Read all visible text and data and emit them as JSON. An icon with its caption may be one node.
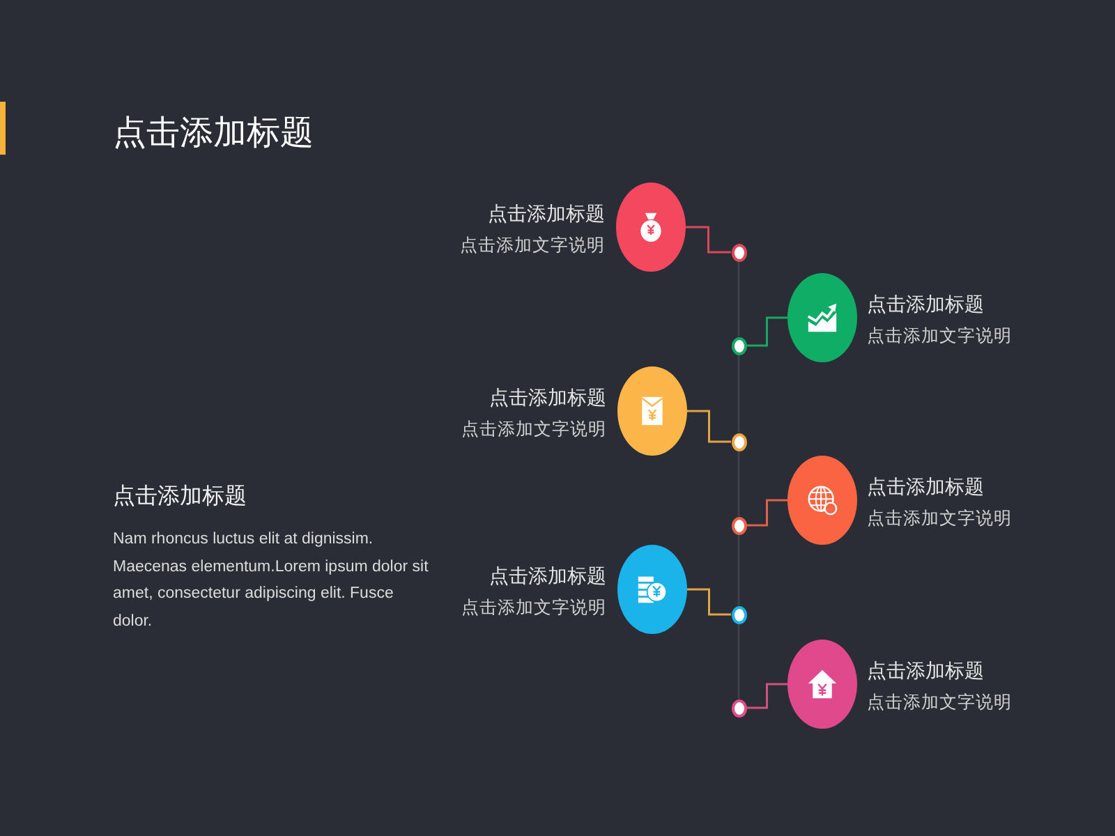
{
  "diagram": {
    "title": "点击添加标题",
    "nodes": [
      {
        "text": [],
        "shape": "circle",
        "beside": [
          "点击添加标题",
          "点击添加文字说明"
        ]
      },
      {
        "text": [],
        "shape": "circle"
      },
      {
        "text": [],
        "shape": "circle",
        "beside": [
          "点击添加标题",
          "点击添加文字说明"
        ]
      },
      {
        "text": [],
        "shape": "circle"
      },
      {
        "text": [],
        "shape": "circle",
        "beside": [
          "点击添加标题",
          "点击添加文字说明"
        ]
      },
      {
        "text": [],
        "shape": "circle"
      },
      {
        "text": [],
        "shape": "circle",
        "beside": [
          "点击添加标题",
          "点击添加文字说明"
        ]
      },
      {
        "text": [],
        "shape": "circle"
      },
      {
        "text": [],
        "shape": "circle",
        "beside": [
          "点击添加标题",
          "点击添加文字说明"
        ]
      },
      {
        "text": [],
        "shape": "circle"
      },
      {
        "text": [],
        "shape": "circle",
        "beside": [
          "点击添加标题",
          "点击添加文字说明"
        ]
      },
      {
        "text": [],
        "shape": "circle"
      }
    ],
    "edges": [
      {
        "from": 0,
        "to": 1,
        "arrow": "none",
        "color": "#d9485a"
      },
      {
        "from": 1,
        "to": 3,
        "arrow": "none",
        "color": "#3e414a"
      },
      {
        "from": 2,
        "to": 3,
        "arrow": "none",
        "color": "#17a865"
      },
      {
        "from": 3,
        "to": 5,
        "arrow": "none",
        "color": "#3e414a"
      },
      {
        "from": 4,
        "to": 5,
        "arrow": "none",
        "color": "#e3a443"
      },
      {
        "from": 5,
        "to": 7,
        "arrow": "none",
        "color": "#3e414a"
      },
      {
        "from": 6,
        "to": 7,
        "arrow": "none",
        "color": "#e0604a"
      },
      {
        "from": 7,
        "to": 9,
        "arrow": "none",
        "color": "#3e414a"
      },
      {
        "from": 8,
        "to": 9,
        "arrow": "none",
        "color": "#e3a443"
      },
      {
        "from": 9,
        "to": 11,
        "arrow": "none",
        "color": "#3e414a"
      },
      {
        "from": 10,
        "to": 11,
        "arrow": "none",
        "color": "#d0507e"
      }
    ],
    "labels": [
      "点击添加标题",
      "Nam rhoncus luctus elit at dignissim. Maecenas elementum.Lorem ipsum dolor sit amet, consectetur adipiscing elit. Fusce dolor."
    ]
  }
}
